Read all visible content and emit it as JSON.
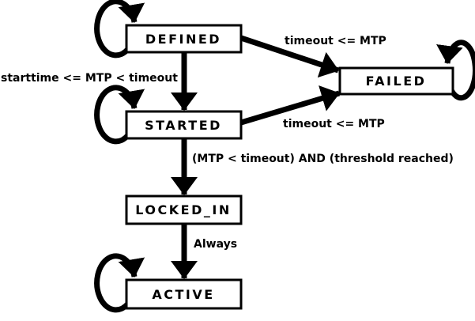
{
  "diagram": {
    "type": "state-machine",
    "colors": {
      "line": "#000000",
      "text": "#000000",
      "box_fill": "#ffffff",
      "background": "#ffffff"
    },
    "states": [
      {
        "id": "defined",
        "label": "DEFINED",
        "has_self_loop": true
      },
      {
        "id": "started",
        "label": "STARTED",
        "has_self_loop": true
      },
      {
        "id": "failed",
        "label": "FAILED",
        "has_self_loop": true
      },
      {
        "id": "locked_in",
        "label": "LOCKED_IN",
        "has_self_loop": false
      },
      {
        "id": "active",
        "label": "ACTIVE",
        "has_self_loop": true
      }
    ],
    "transitions": [
      {
        "from": "defined",
        "to": "started",
        "label": "starttime <= MTP < timeout"
      },
      {
        "from": "defined",
        "to": "failed",
        "label": "timeout <= MTP"
      },
      {
        "from": "started",
        "to": "failed",
        "label": "timeout <= MTP"
      },
      {
        "from": "started",
        "to": "locked_in",
        "label": "(MTP < timeout) AND (threshold reached)"
      },
      {
        "from": "locked_in",
        "to": "active",
        "label": "Always"
      }
    ]
  }
}
